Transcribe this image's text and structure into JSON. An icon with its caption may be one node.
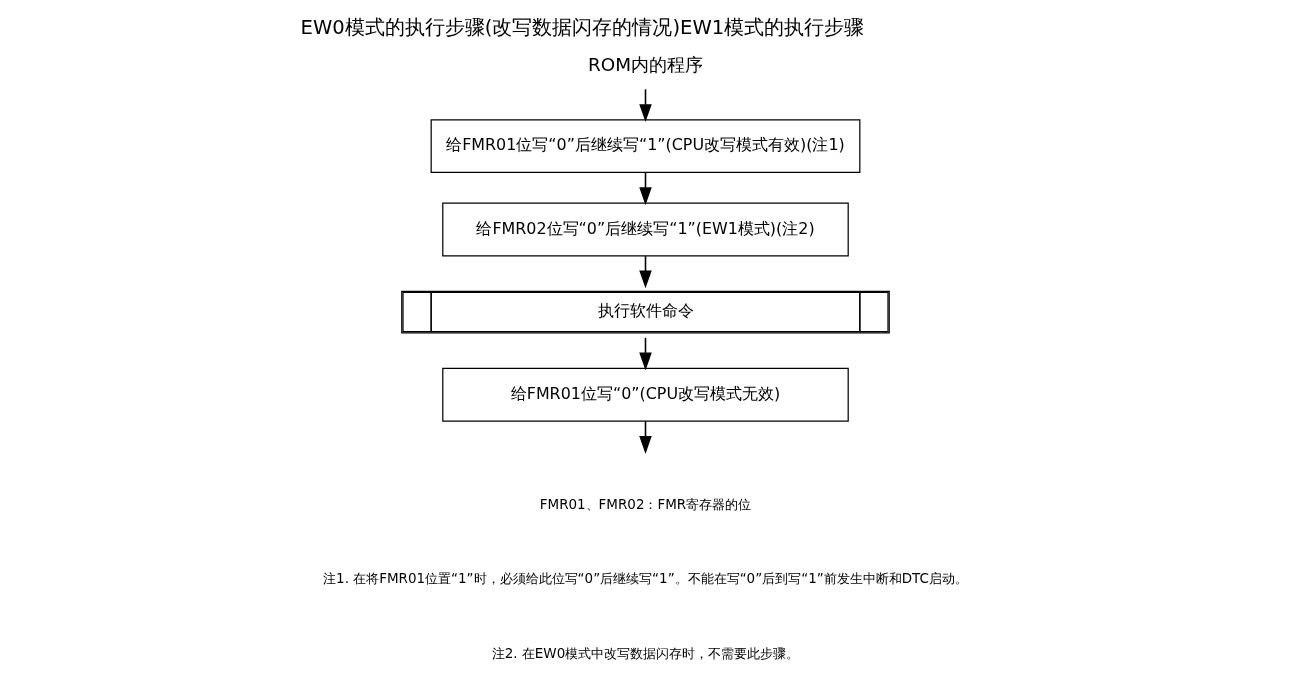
{
  "diagram": {
    "title": "EW0模式的执行步骤(改写数据闪存的情况)EW1模式的执行步骤",
    "nodes": [
      {
        "text": [
          "ROM内的程序"
        ]
      },
      {
        "text": [
          "给FMR01位写“0”后继续写“1”(CPU改写模式有效)(注1)"
        ]
      },
      {
        "text": [
          "给FMR02位写“0”后继续写“1”(EW1模式)(注2)"
        ]
      },
      {
        "text": [
          "执行软件命令"
        ]
      },
      {
        "text": [
          "给FMR01位写“0”(CPU改写模式无效)"
        ]
      }
    ],
    "edges": [
      {
        "from": 0,
        "to": 1,
        "arrow": "to"
      },
      {
        "from": 1,
        "to": 2,
        "arrow": "to"
      },
      {
        "from": 2,
        "to": 3,
        "arrow": "to"
      },
      {
        "from": 3,
        "to": 4,
        "arrow": "to"
      },
      {
        "from": 4,
        "to": null,
        "arrow": "to"
      }
    ],
    "labels": [
      "FMR01、FMR02：FMR寄存器的位",
      "注1. 在将FMR01位置“1”时，必须给此位写“0”后继续写“1”。不能在写“0”后到写“1”前发生中断和DTC启动。",
      "注2. 在EW0模式中改写数据闪存时，不需要此步骤。"
    ]
  }
}
